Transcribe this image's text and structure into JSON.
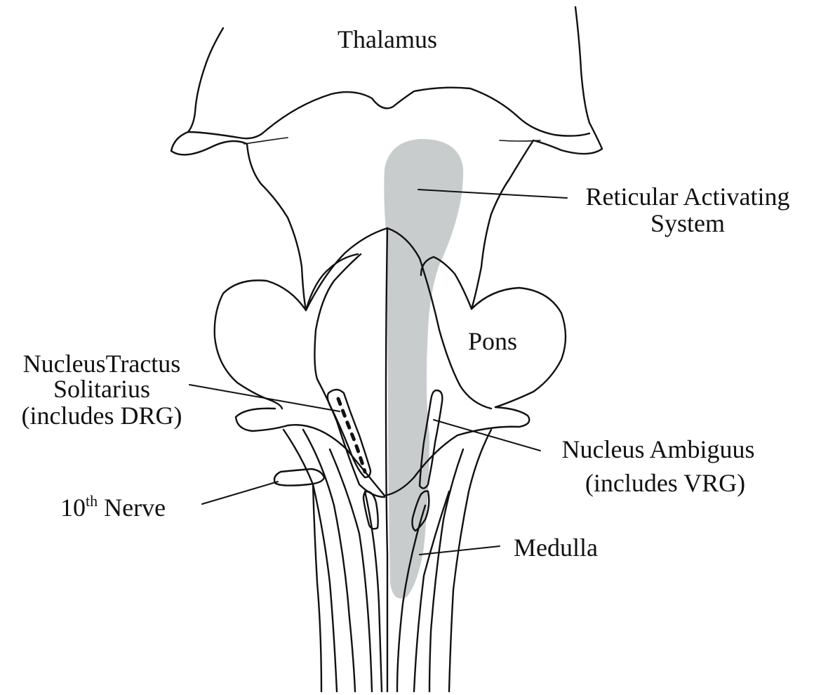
{
  "diagram": {
    "labels": {
      "thalamus": "Thalamus",
      "ras_line1": "Reticular Activating",
      "ras_line2": "System",
      "pons": "Pons",
      "nts_line1": "NucleusTractus",
      "nts_line2": "Solitarius",
      "nts_line3": "(includes DRG)",
      "na_line1": "Nucleus Ambiguus",
      "na_line2": "(includes VRG)",
      "nerve_number": "10",
      "nerve_sup": "th",
      "nerve_word": " Nerve",
      "medulla": "Medulla"
    },
    "colors": {
      "line": "#111111",
      "ras_fill": "#c9cccd",
      "background": "#ffffff"
    }
  }
}
